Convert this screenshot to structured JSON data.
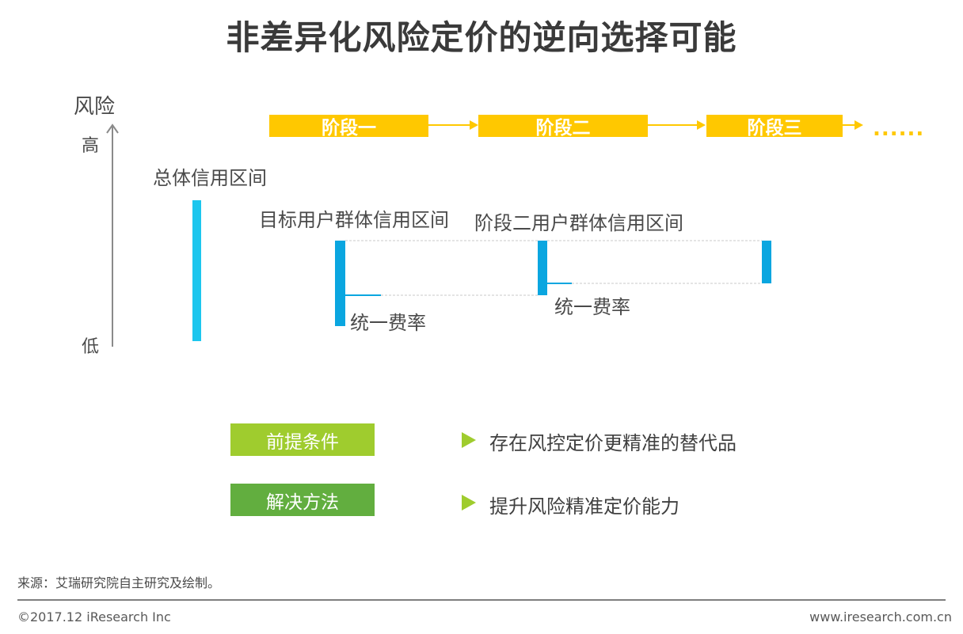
{
  "title": "非差异化风险定价的逆向选择可能",
  "axis": {
    "title": "风险",
    "high": "高",
    "low": "低"
  },
  "stages": [
    "阶段一",
    "阶段二",
    "阶段三"
  ],
  "stage_continuation": "......",
  "labels": {
    "overall": "总体信用区间",
    "target": "目标用户群体信用区间",
    "stage2": "阶段二用户群体信用区间",
    "rate1": "统一费率",
    "rate2": "统一费率"
  },
  "conditions": [
    {
      "tag": "前提条件",
      "text": "存在风控定价更精准的替代品"
    },
    {
      "tag": "解决方法",
      "text": "提升风险精准定价能力"
    }
  ],
  "footer": {
    "source": "来源：艾瑞研究院自主研究及绘制。",
    "copyright": "©2017.12 iResearch Inc",
    "website": "www.iresearch.com.cn"
  },
  "colors": {
    "stage": "#ffc800",
    "bar_light": "#1cc6ee",
    "bar_dark": "#0aa6e0",
    "tag_condition": "#9fcc2e",
    "tag_method": "#62ae3f",
    "title": "#3a3a3a"
  }
}
